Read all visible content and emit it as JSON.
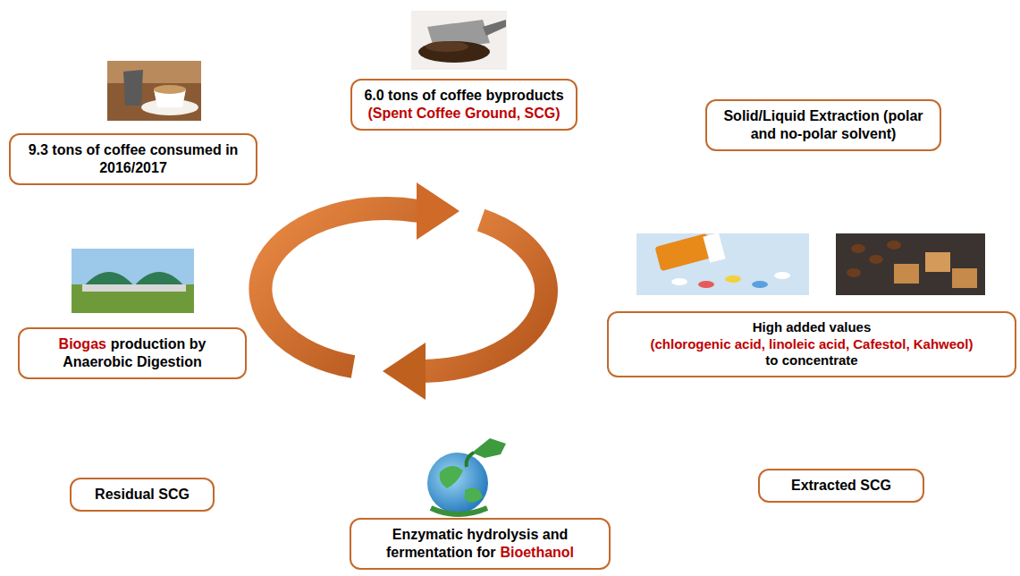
{
  "diagram": {
    "nodes": [
      {
        "text": [
          "9.3 tons of coffee consumed in 2016/2017"
        ]
      },
      {
        "text": [
          "6.0 tons of coffee byproducts",
          "(Spent Coffee Ground, SCG)"
        ]
      },
      {
        "text": [
          "Solid/Liquid Extraction (polar and no-polar solvent)"
        ]
      },
      {
        "text": [
          "High added values",
          "(chlorogenic acid, linoleic acid, Cafestol, Kahweol)",
          "to concentrate"
        ]
      },
      {
        "text": [
          "Extracted SCG"
        ]
      },
      {
        "text": [
          "Enzymatic hydrolysis and fermentation for",
          "Bioethanol"
        ]
      },
      {
        "text": [
          "Biogas",
          "production by Anaerobic Digestion"
        ]
      },
      {
        "text": [
          "Residual SCG"
        ]
      }
    ]
  }
}
